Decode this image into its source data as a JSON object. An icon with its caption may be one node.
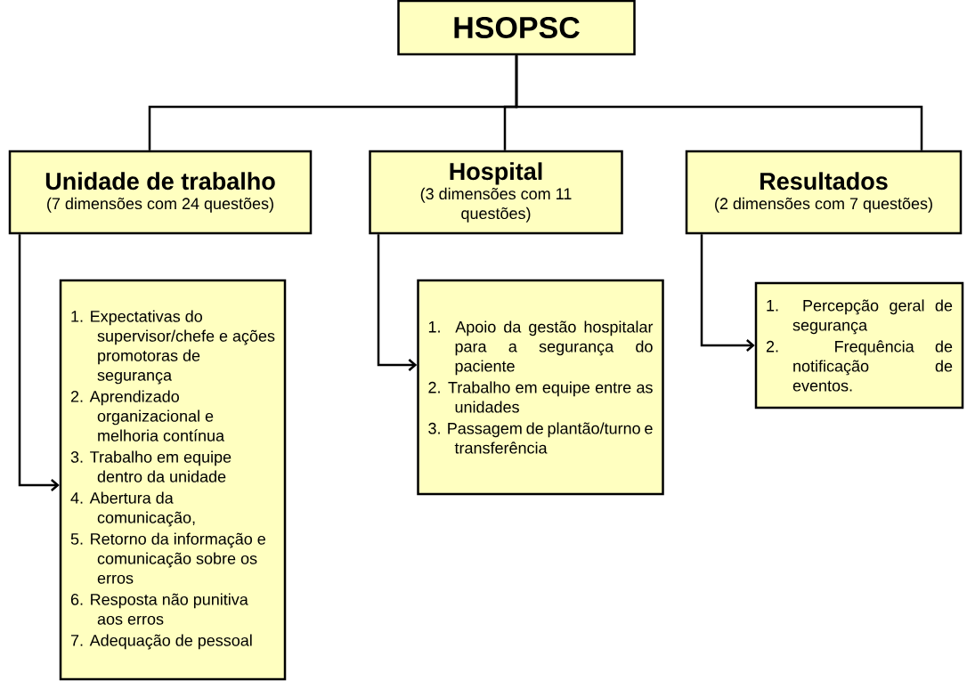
{
  "diagram": {
    "nodes": [
      {
        "text": [
          "HSOPSC"
        ]
      },
      {
        "text": [
          "Unidade de trabalho",
          "(7 dimensões com 24 questões)"
        ]
      },
      {
        "text": [
          "Hospital",
          "(3 dimensões com 11 questões)"
        ]
      },
      {
        "text": [
          "Resultados",
          "(2 dimensões com 7 questões)"
        ]
      },
      {
        "text": [
          "1. Expectativas do supervisor/chefe e ações promotoras de segurança",
          "2. Aprendizado organizacional e melhoria contínua",
          "3. Trabalho em equipe dentro da unidade",
          "4. Abertura da comunicação,",
          "5. Retorno da informação e comunicação sobre os erros",
          "6. Resposta não punitiva aos erros",
          "7. Adequação de pessoal"
        ]
      },
      {
        "text": [
          "1. Apoio da gestão hospitalar para a segurança do paciente",
          "2. Trabalho em equipe entre as unidades",
          "3. Passagem de plantão/turno e transferência"
        ]
      },
      {
        "text": [
          "1. Percepção geral de segurança",
          "2. Frequência de notificação de eventos."
        ]
      }
    ],
    "edges": [
      {
        "from": 0,
        "to": 1,
        "arrow": "none"
      },
      {
        "from": 0,
        "to": 2,
        "arrow": "none"
      },
      {
        "from": 0,
        "to": 3,
        "arrow": "none"
      },
      {
        "from": 1,
        "to": 4,
        "arrow": "to"
      },
      {
        "from": 2,
        "to": 5,
        "arrow": "to"
      },
      {
        "from": 3,
        "to": 6,
        "arrow": "to"
      }
    ]
  }
}
